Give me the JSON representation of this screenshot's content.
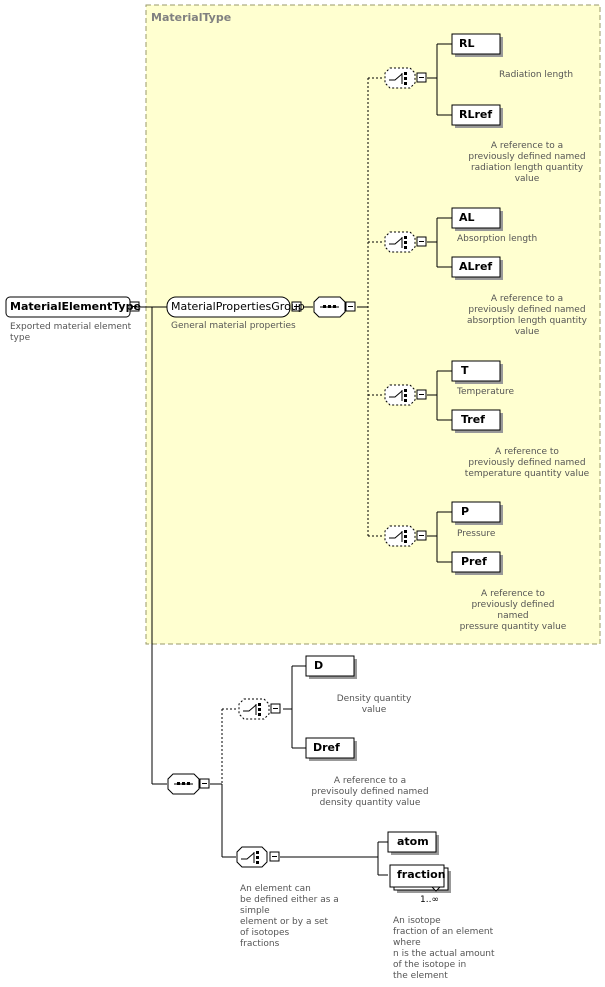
{
  "colors": {
    "type_panel_fill": "#ffffd0",
    "type_panel_border": "#9a9a6a",
    "line": "#000000",
    "annotation_text": "#555555"
  },
  "complex_type": {
    "title": "MaterialType"
  },
  "root": {
    "name": "MaterialElementType",
    "doc": "Exported material element\ntype"
  },
  "group": {
    "name": "MaterialPropertiesGroup",
    "doc": "General material properties"
  },
  "choices": [
    {
      "elements": [
        {
          "name": "RL",
          "doc": "Radiation length"
        },
        {
          "name": "RLref",
          "doc": "A reference to a\npreviously defined named\nradiation length quantity\nvalue"
        }
      ]
    },
    {
      "elements": [
        {
          "name": "AL",
          "doc": "Absorption length"
        },
        {
          "name": "ALref",
          "doc": "A reference to a\npreviously defined named\nabsorption length quantity\nvalue"
        }
      ]
    },
    {
      "elements": [
        {
          "name": "T",
          "doc": "Temperature"
        },
        {
          "name": "Tref",
          "doc": "A reference to\npreviously defined named\ntemperature quantity value"
        }
      ]
    },
    {
      "elements": [
        {
          "name": "P",
          "doc": "Pressure"
        },
        {
          "name": "Pref",
          "doc": "A reference to\npreviously defined named\npressure quantity value"
        }
      ]
    }
  ],
  "density_choice": {
    "elements": [
      {
        "name": "D",
        "doc": "Density quantity\nvalue"
      },
      {
        "name": "Dref",
        "doc": "A reference to a\nprevisouly defined named\ndensity quantity value"
      }
    ]
  },
  "composition_choice": {
    "doc": "An element can\nbe defined either as a simple\nelement or by a set\n        of isotopes\nfractions",
    "atom": {
      "name": "atom"
    },
    "fraction": {
      "name": "fraction",
      "occurrence": "1..∞",
      "doc": "An isotope\nfraction of an element where\nn is the actual amount\n                of the isotope in\nthe element"
    }
  }
}
